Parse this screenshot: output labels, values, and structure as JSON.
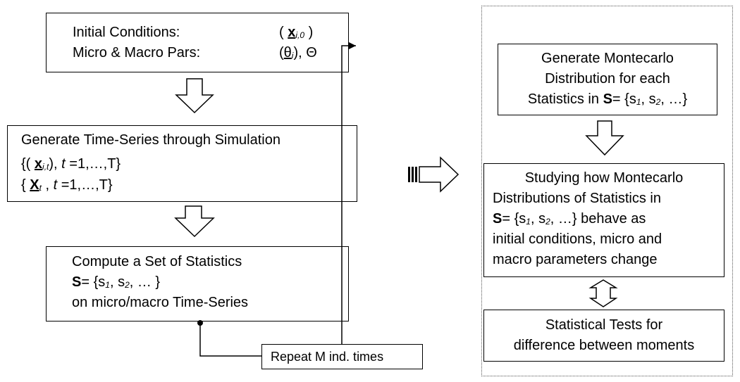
{
  "box1": {
    "initial_label": "Initial Conditions:",
    "initial_value_open": "( ",
    "initial_var": "x",
    "initial_sub": "i,0",
    "initial_value_close": " )",
    "pars_label": "Micro & Macro Pars:",
    "pars_open": "(",
    "pars_var": "θ",
    "pars_sub": "i",
    "pars_close": "), Θ"
  },
  "box2": {
    "title": "Generate Time-Series through Simulation",
    "l1_open": "{( ",
    "l1_var": "x",
    "l1_sub": "i,t",
    "l1_mid": "), ",
    "l1_t": "t",
    "l1_rest": " =1,…,T}",
    "l2_open": "{ ",
    "l2_var": "X",
    "l2_sub": "t",
    "l2_mid": " , ",
    "l2_t": "t",
    "l2_rest": " =1,…,T}"
  },
  "box3": {
    "title": "Compute a Set of Statistics",
    "s_bold": "S",
    "s_eq": "= {s",
    "s_sub1": "1",
    "s_mid": ", s",
    "s_sub2": "2",
    "s_end": ", … }",
    "last": "on micro/macro Time-Series"
  },
  "repeat_label": "Repeat M ind. times",
  "rbox1": {
    "line1": "Generate Montecarlo",
    "line2": "Distribution for each",
    "line3_pre": "Statistics in ",
    "line3_bold": "S",
    "line3_eq": "= {s",
    "sub1": "1",
    "mid": ", s",
    "sub2": "2",
    "end": ", …}"
  },
  "rbox2": {
    "line1": "Studying how Montecarlo",
    "line2": "Distributions of Statistics in",
    "l3_bold": "S",
    "l3_eq": "= {s",
    "sub1": "1",
    "mid": ", s",
    "sub2": "2",
    "l3_end": ", …} behave as",
    "line4": "initial conditions, micro and",
    "line5": "macro parameters change"
  },
  "rbox3": {
    "line1": "Statistical Tests for",
    "line2": "difference between moments"
  }
}
